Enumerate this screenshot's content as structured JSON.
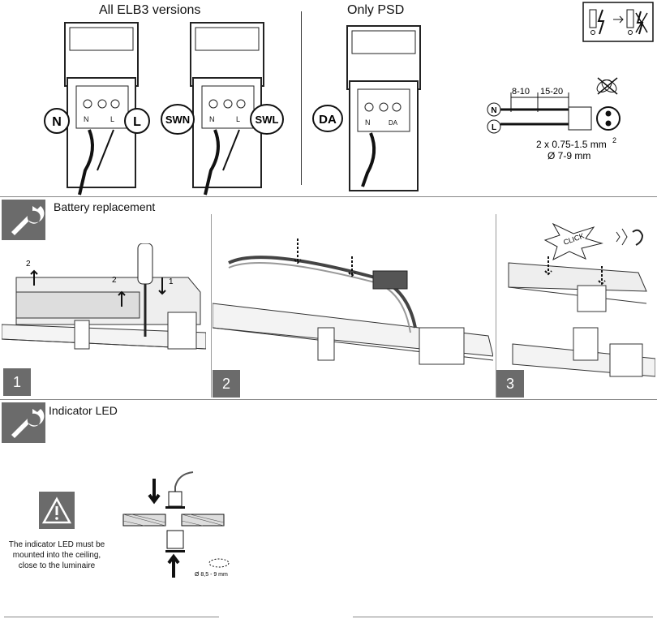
{
  "top": {
    "title_all": "All ELB3 versions",
    "title_psd": "Only PSD",
    "labels": {
      "n": "N",
      "l": "L",
      "swn": "SWN",
      "swl": "SWL",
      "da": "DA"
    },
    "terminal_small": {
      "n": "N",
      "l": "L",
      "da": "DA"
    },
    "wiring": {
      "strip1": "8-10",
      "strip2": "15-20",
      "section": "2 x 0.75-1.5 mm",
      "section_sup": "2",
      "diameter": "Ø 7-9 mm",
      "n": "N",
      "l": "L"
    }
  },
  "battery": {
    "title": "Battery replacement",
    "steps": [
      "1",
      "2",
      "3"
    ],
    "arrow_labels": {
      "a": "2",
      "b": "2",
      "c": "1"
    },
    "click": "CLICK"
  },
  "indicator": {
    "title": "Indicator LED",
    "note_lines": [
      "The indicator LED must be",
      "mounted into the ceiling,",
      "close to the luminaire"
    ],
    "diameter": "Ø 8,5 - 9 mm"
  },
  "icons": [
    "wrench-icon",
    "warning-icon",
    "connector-swap-icon",
    "no-cross-wires-icon"
  ]
}
